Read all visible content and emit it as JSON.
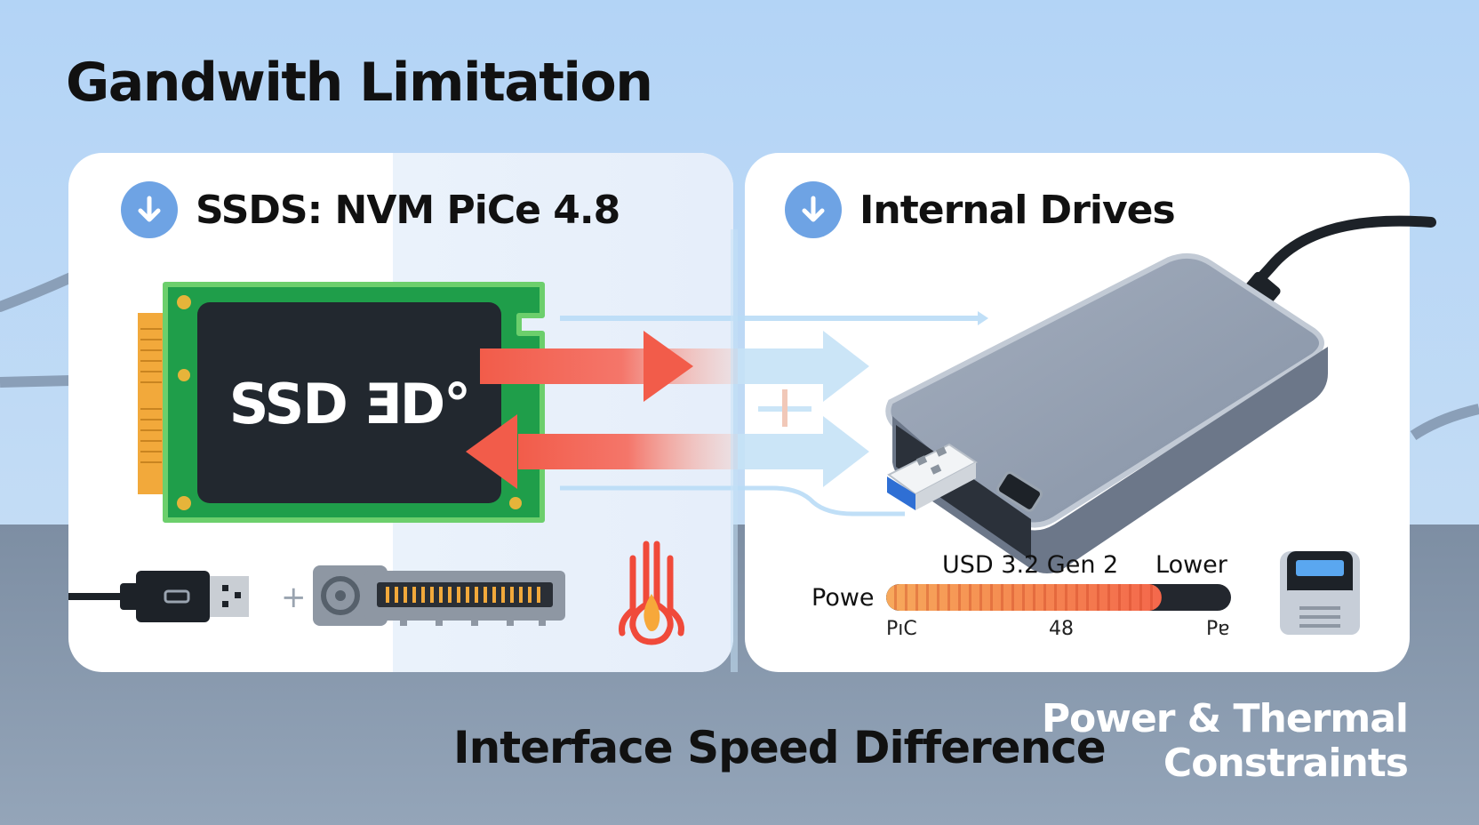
{
  "title": "Gandwith Limitation",
  "left_panel": {
    "heading": "SSDS: NVM PiCe 4.8",
    "chip_label": "SSD ƎD°",
    "heading_icon": "arrow-down-icon",
    "plus": "+"
  },
  "right_panel": {
    "heading": "Internal Drives",
    "heading_icon": "arrow-down-icon",
    "interface_label": "USD 3.2 Gen 2",
    "lower_label": "Lower",
    "power_label": "Powe",
    "power_level_pct": 80,
    "ticks": [
      "PıC",
      "48",
      "Pɐ"
    ]
  },
  "footer": {
    "center": "Interface Speed Difference",
    "right_line1": "Power & Thermal",
    "right_line2": "Constraints"
  },
  "colors": {
    "arrow_red": "#f25c4a",
    "arrow_blue": "#b9dcf6",
    "pcb_green": "#1f9e4a",
    "chip_dark": "#22282f",
    "drive_gray": "#8f9bad",
    "icon_blue": "#6ea3e4"
  }
}
